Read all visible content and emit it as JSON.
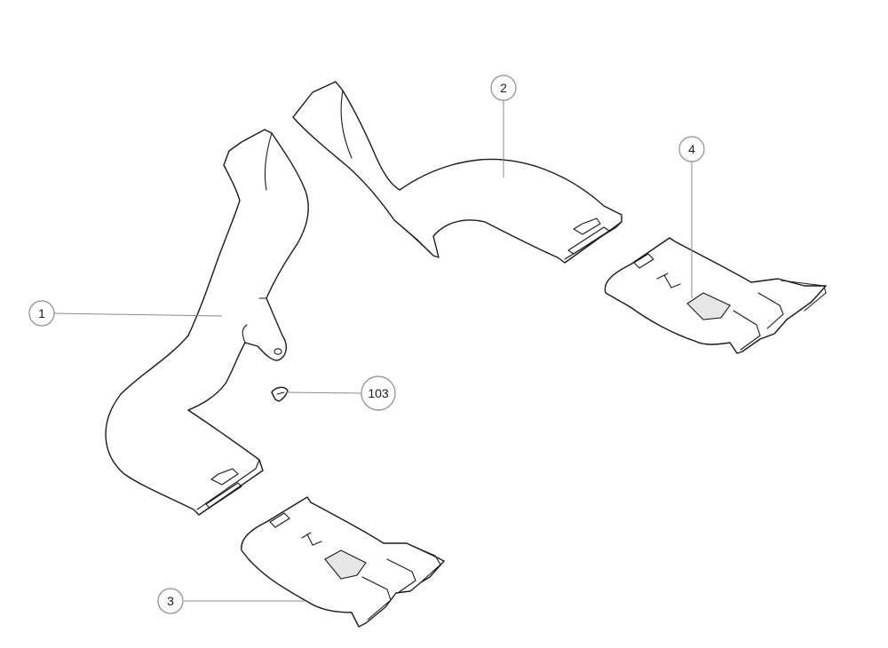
{
  "callouts": [
    {
      "id": "1",
      "label": "1"
    },
    {
      "id": "2",
      "label": "2"
    },
    {
      "id": "3",
      "label": "3"
    },
    {
      "id": "4",
      "label": "4"
    },
    {
      "id": "103",
      "label": "103"
    }
  ]
}
